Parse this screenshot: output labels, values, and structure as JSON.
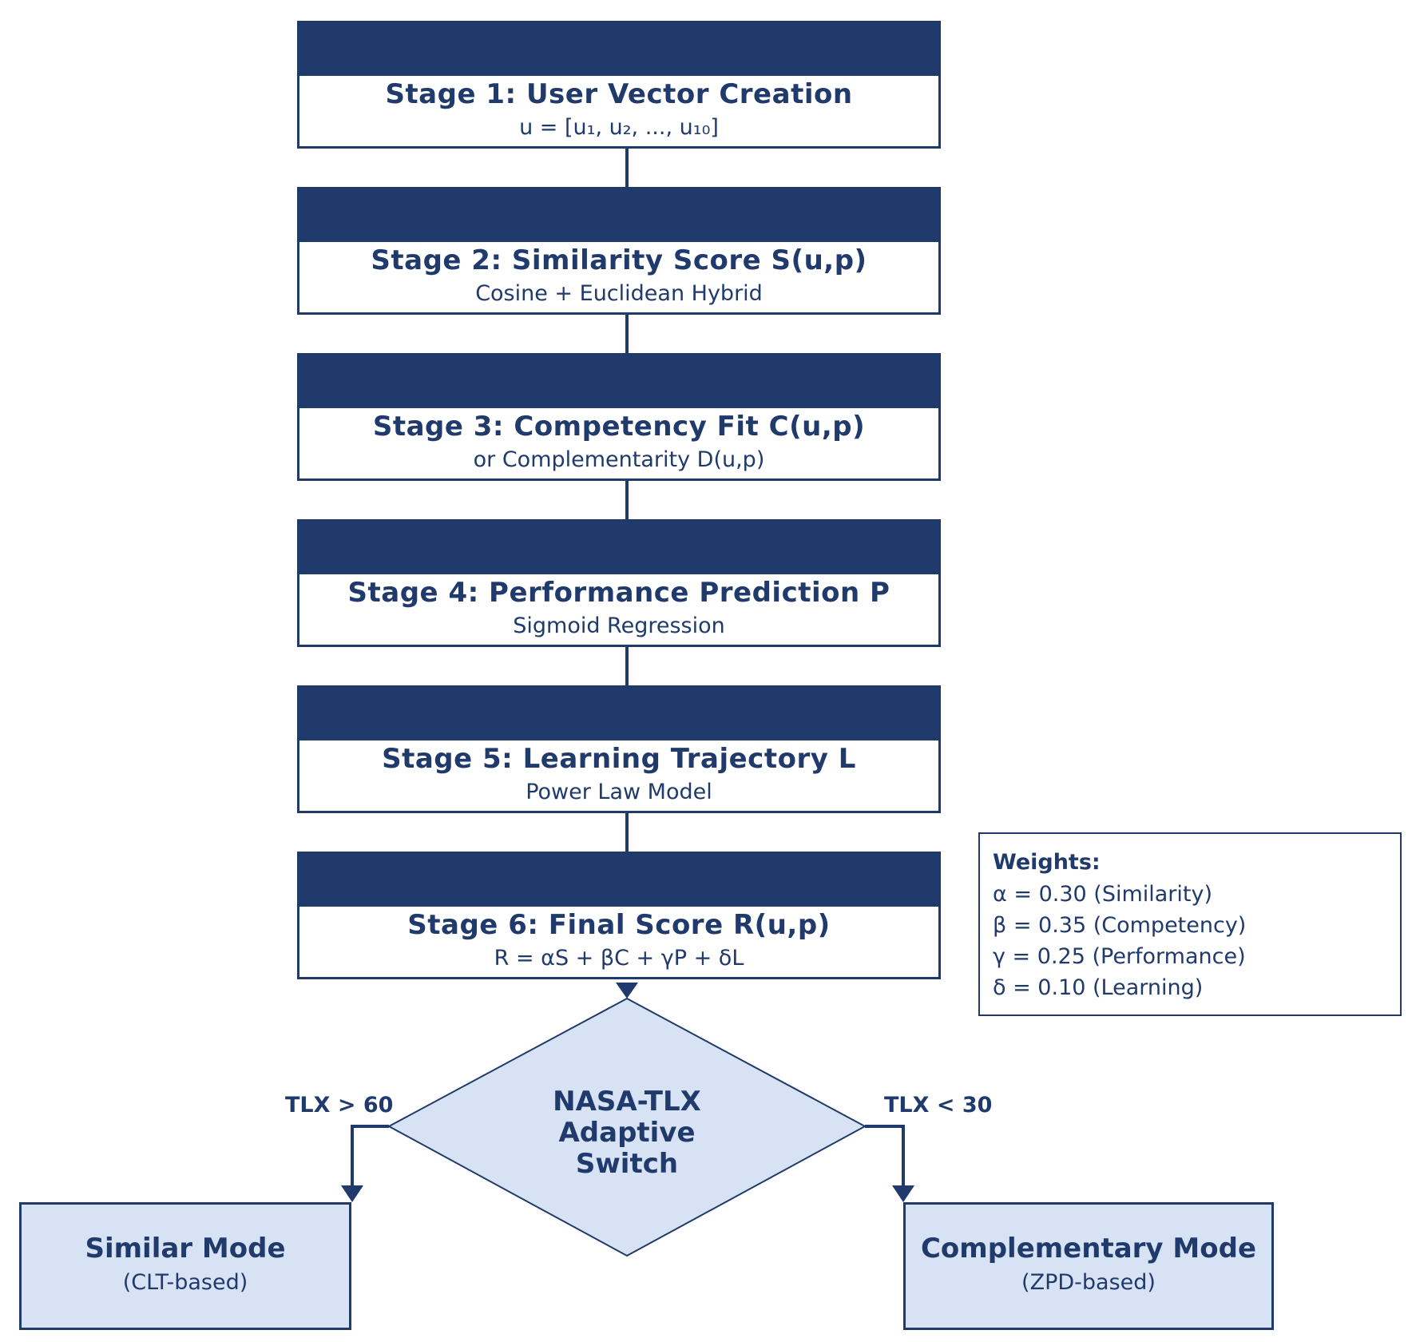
{
  "stages": [
    {
      "title": "Stage 1: User Vector Creation",
      "subtitle": "u = [u₁, u₂, ..., u₁₀]"
    },
    {
      "title": "Stage 2: Similarity Score S(u,p)",
      "subtitle": "Cosine + Euclidean Hybrid"
    },
    {
      "title": "Stage 3: Competency Fit C(u,p)",
      "subtitle": "or Complementarity D(u,p)"
    },
    {
      "title": "Stage 4: Performance Prediction P",
      "subtitle": "Sigmoid Regression"
    },
    {
      "title": "Stage 5: Learning Trajectory L",
      "subtitle": "Power Law Model"
    },
    {
      "title": "Stage 6: Final Score R(u,p)",
      "subtitle": "R = αS + βC + γP + δL"
    }
  ],
  "weights": {
    "title": "Weights:",
    "lines": [
      "α = 0.30 (Similarity)",
      "β = 0.35 (Competency)",
      "γ = 0.25 (Performance)",
      "δ = 0.10 (Learning)"
    ]
  },
  "decision": {
    "line1": "NASA-TLX",
    "line2": "Adaptive",
    "line3": "Switch",
    "left_label": "TLX > 60",
    "right_label": "TLX < 30"
  },
  "modes": {
    "left": {
      "title": "Similar Mode",
      "subtitle": "(CLT-based)"
    },
    "right": {
      "title": "Complementary Mode",
      "subtitle": "(ZPD-based)"
    }
  },
  "colors": {
    "primary": "#1f3a6b",
    "fill_light": "#d7e3f4",
    "background": "#ffffff"
  }
}
